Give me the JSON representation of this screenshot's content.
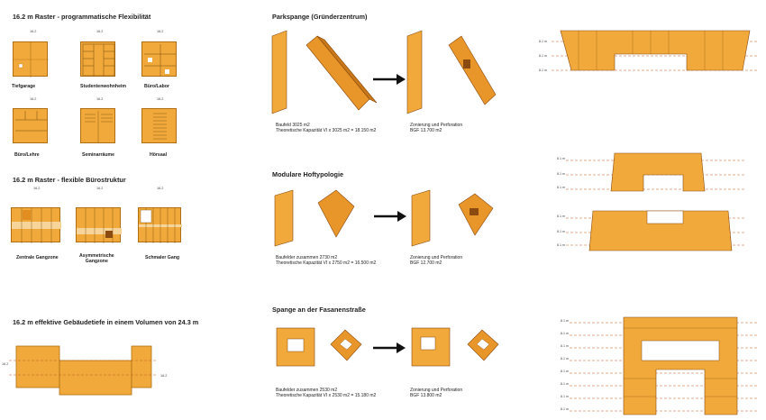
{
  "headings": {
    "raster_programmatic": "16.2 m Raster - programmatische Flexibilität",
    "raster_buero": "16.2 m Raster - flexible Bürostruktur",
    "effective_depth": "16.2 m effektive Gebäudetiefe in einem Volumen von 24.3 m",
    "parkspange": "Parkspange (Gründerzentrum)",
    "modulare": "Modulare Hoftypologie",
    "spange": "Spange an der Fasanenstraße"
  },
  "program_tiles": [
    {
      "label": "Tiefgarage",
      "dim": "16.2"
    },
    {
      "label": "Studentenwohnheim",
      "dim": "16.2"
    },
    {
      "label": "Büro/Labor",
      "dim": "16.2"
    },
    {
      "label": "Büro/Lehre",
      "dim": "16.2"
    },
    {
      "label": "Seminarräume",
      "dim": "16.2"
    },
    {
      "label": "Hörsaal",
      "dim": "16.2"
    }
  ],
  "office_variants": [
    {
      "label": "Zentrale Gangzone",
      "dim": "16.2"
    },
    {
      "label": "Asymmetrische\nGangzone",
      "dim": "16.2"
    },
    {
      "label": "Schmaler Gang",
      "dim": "16.2"
    }
  ],
  "section_dims": {
    "left": "16.2",
    "right": "16.2",
    "rows": [
      "8.1",
      "8.1",
      "8.1"
    ]
  },
  "parkspange": {
    "left": {
      "line1": "Baufeld 3025 m2",
      "line2": "Theoretische Kapazität VI x 3025 m2 = 18.150 m2"
    },
    "right": {
      "line1": "Zonierung und Perforation",
      "line2": "BGF 13.700 m2"
    }
  },
  "modulare": {
    "left": {
      "line1": "Baufelder zusammen 2730 m2",
      "line2": "Theoretische Kapazität VI x 2750 m2 = 16.500 m2"
    },
    "right": {
      "line1": "Zonierung und Perforation",
      "line2": "BGF 12.700 m2"
    }
  },
  "spange": {
    "left": {
      "line1": "Baufelder zusammen 2530 m2",
      "line2": "Theoretische Kapazität VI x 2530 m2 = 15.180 m2"
    },
    "right": {
      "line1": "Zonierung und Perforation",
      "line2": "BGF 13.800 m2"
    }
  },
  "level_label": "8.1 m",
  "colors": {
    "orange": "#f0a93a",
    "dark_orange": "#b06f12",
    "line": "#c85a20"
  }
}
